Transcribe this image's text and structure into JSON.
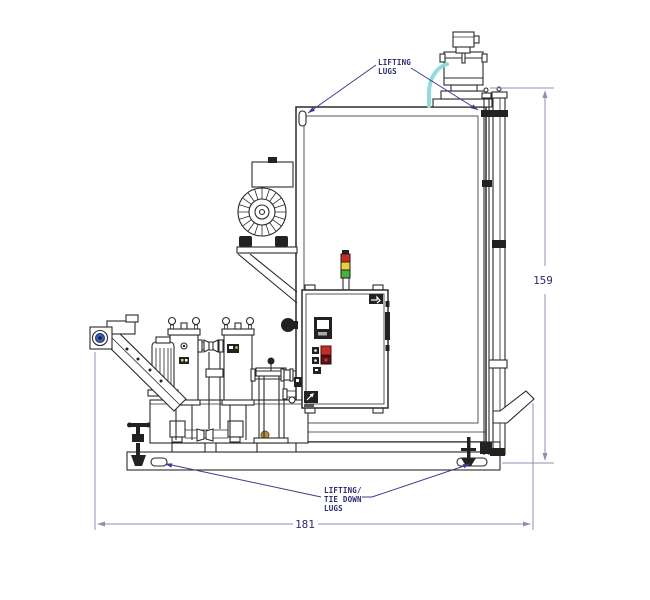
{
  "drawing": {
    "annotations": {
      "lifting_lugs": {
        "line1": "LIFTING",
        "line2": "LUGS"
      },
      "tie_down_lugs": {
        "line1": "LIFTING/",
        "line2": "TIE DOWN",
        "line3": "LUGS"
      }
    },
    "dimensions": {
      "overall_height": "159",
      "overall_length": "181"
    },
    "colors": {
      "line": "#2b2b2b",
      "dimension_line": "#8f8fb4",
      "annotation_text": "#2c2c6e",
      "leader_line": "#3c3c8c",
      "hose_teal": "#8fdcd9",
      "stack_light_red": "#cc2b20",
      "stack_light_yellow": "#e8d23a",
      "stack_light_green": "#46b33e",
      "motor_hub_blue": "#3a5fc0",
      "brass_fitting": "#b5913d",
      "button_red": "#c03028"
    }
  }
}
